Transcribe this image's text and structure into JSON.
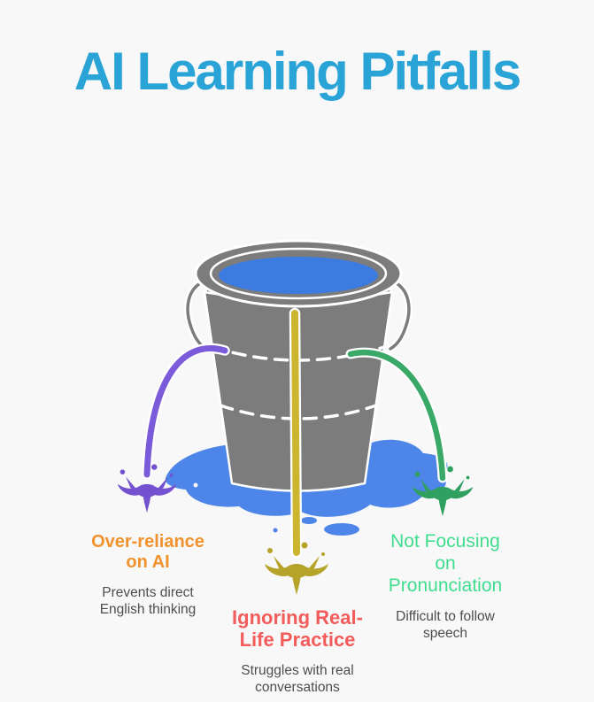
{
  "page": {
    "background_color": "#f8f8f8"
  },
  "header": {
    "title": "AI Learning Pitfalls",
    "title_color": "#2aa4d6"
  },
  "illustration": {
    "name": "leaking bucket with three colored streams",
    "bucket_color": "#7c7c7c",
    "water_color": "#3c7ce0",
    "puddle_color": "#4d85e8",
    "dash_line_color": "#ffffff"
  },
  "text_color": "#4d4d4d",
  "pitfalls": [
    {
      "id": "over-reliance-on-ai",
      "title_lines": [
        "Over-reliance",
        "on AI"
      ],
      "subtitle_lines": [
        "Prevents direct",
        "English thinking"
      ],
      "title_color": "#f0922d",
      "stream_color": "#7b5bd9",
      "splash_color": "#7452cf"
    },
    {
      "id": "ignoring-real-life-practice",
      "title_lines": [
        "Ignoring Real-",
        "Life Practice"
      ],
      "subtitle_lines": [
        "Struggles with real",
        "conversations"
      ],
      "title_color": "#f25c5a",
      "stream_color": "#cdb62f",
      "splash_color": "#b5a32a"
    },
    {
      "id": "not-focusing-on-pronunciation",
      "title_lines": [
        "Not Focusing",
        "on",
        "Pronunciation"
      ],
      "subtitle_lines": [
        "Difficult to follow",
        "speech"
      ],
      "title_color": "#40dd8f",
      "stream_color": "#3aa967",
      "splash_color": "#2fa05f"
    }
  ]
}
